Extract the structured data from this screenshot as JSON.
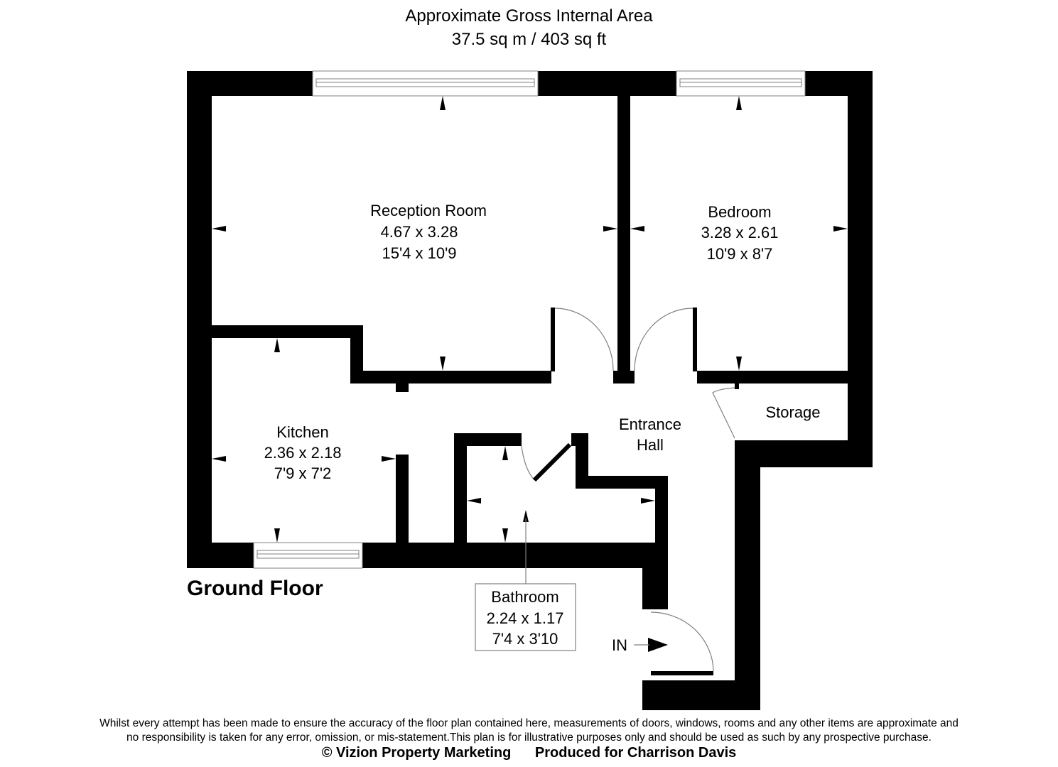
{
  "header": {
    "title": "Approximate Gross Internal Area",
    "area": "37.5 sq m / 403 sq ft"
  },
  "floor_label": "Ground Floor",
  "rooms": {
    "reception": {
      "name": "Reception Room",
      "metric": "4.67 x 3.28",
      "imperial": "15'4 x 10'9"
    },
    "bedroom": {
      "name": "Bedroom",
      "metric": "3.28 x 2.61",
      "imperial": "10'9 x 8'7"
    },
    "kitchen": {
      "name": "Kitchen",
      "metric": "2.36 x 2.18",
      "imperial": "7'9 x 7'2"
    },
    "bathroom": {
      "name": "Bathroom",
      "metric": "2.24 x 1.17",
      "imperial": "7'4 x 3'10"
    },
    "hall": {
      "name_line1": "Entrance",
      "name_line2": "Hall"
    },
    "storage": {
      "name": "Storage"
    }
  },
  "entrance_marker": "IN",
  "colors": {
    "wall": "#000000",
    "background": "#ffffff",
    "thin_line": "#808080"
  },
  "disclaimer": {
    "line1": "Whilst every attempt has been made to ensure the accuracy of the floor plan contained here, measurements of doors, windows, rooms and any other items are approximate and",
    "line2": "no responsibility is taken for any error, omission, or mis-statement.This plan is for illustrative purposes only and should be used as such by any prospective purchase."
  },
  "credits": {
    "copyright": "© Vizion Property Marketing",
    "produced_for": "Produced for Charrison Davis"
  }
}
